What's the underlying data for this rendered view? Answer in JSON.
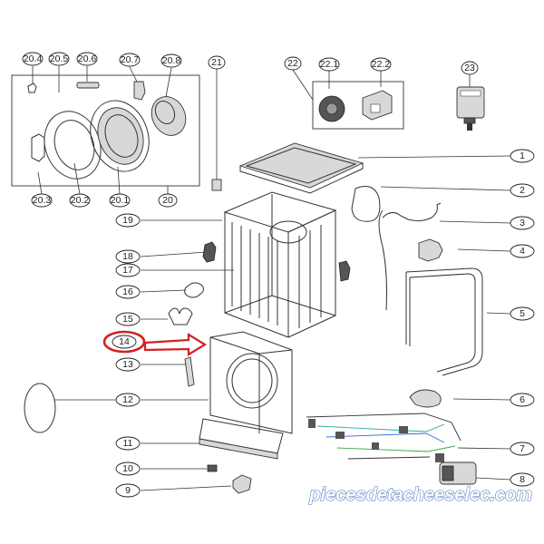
{
  "labels": {
    "l20_4": "20.4",
    "l20_5": "20.5",
    "l20_6": "20.6",
    "l20_7": "20.7",
    "l20_8": "20.8",
    "l20_3": "20.3",
    "l20_2": "20.2",
    "l20_1": "20.1",
    "l20": "20",
    "l21": "21",
    "l22": "22",
    "l22_1": "22.1",
    "l22_2": "22.2",
    "l23": "23",
    "l1": "1",
    "l2": "2",
    "l3": "3",
    "l4": "4",
    "l5": "5",
    "l6": "6",
    "l7": "7",
    "l8": "8",
    "l9": "9",
    "l10": "10",
    "l11": "11",
    "l12": "12",
    "l13": "13",
    "l14": "14",
    "l15": "15",
    "l16": "16",
    "l17": "17",
    "l18": "18",
    "l19": "19"
  },
  "watermark": "piecesdetacheeselec.com",
  "colors": {
    "highlight": "#d42020",
    "watermark_outline": "#4a76b8"
  }
}
